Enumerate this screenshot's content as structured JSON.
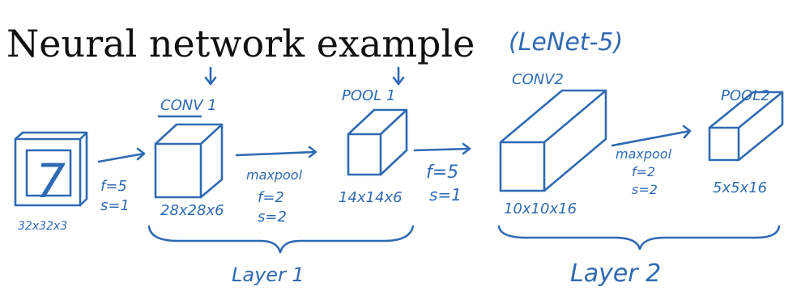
{
  "title": "Neural network example",
  "subtitle": "(LeNet-5)",
  "input": {
    "digit": "7",
    "dims": "32x32x3"
  },
  "arrow1": {
    "f": "f=5",
    "s": "s=1"
  },
  "conv1": {
    "label": "CONV 1",
    "dims": "28x28x6"
  },
  "pool_op1": {
    "name": "maxpool",
    "f": "f=2",
    "s": "s=2"
  },
  "pool1": {
    "label": "POOL 1",
    "dims": "14x14x6"
  },
  "arrow3": {
    "f": "f=5",
    "s": "s=1"
  },
  "conv2": {
    "label": "CONV2",
    "dims": "10x10x16"
  },
  "pool_op2": {
    "name": "maxpool",
    "f": "f=2",
    "s": "s=2"
  },
  "pool2": {
    "label": "POOL2",
    "dims": "5x5x16"
  },
  "layer1": {
    "label": "Layer 1"
  },
  "layer2": {
    "label": "Layer 2"
  },
  "colors": {
    "ink": "#2f6ab3",
    "title": "#111111",
    "background": "#ffffff"
  }
}
